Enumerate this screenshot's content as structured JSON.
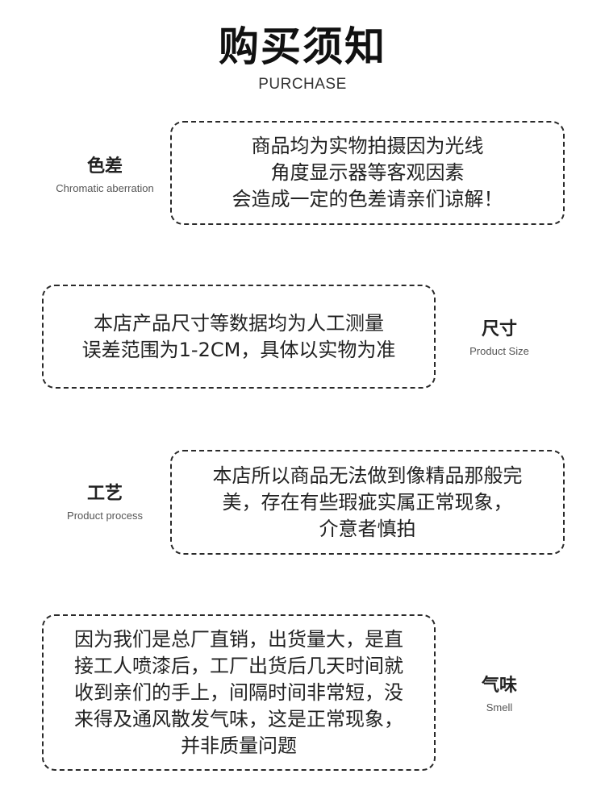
{
  "header": {
    "title": "购买须知",
    "subtitle": "PURCHASE"
  },
  "sections": [
    {
      "label_zh": "色差",
      "label_en": "Chromatic aberration",
      "lines": [
        "商品均为实物拍摄因为光线",
        "角度显示器等客观因素",
        "会造成一定的色差请亲们谅解！"
      ]
    },
    {
      "label_zh": "尺寸",
      "label_en": "Product Size",
      "lines": [
        "本店产品尺寸等数据均为人工测量",
        "误差范围为1-2CM，具体以实物为准"
      ]
    },
    {
      "label_zh": "工艺",
      "label_en": "Product process",
      "lines": [
        "本店所以商品无法做到像精品那般完",
        "美，存在有些瑕疵实属正常现象，",
        "介意者慎拍"
      ]
    },
    {
      "label_zh": "气味",
      "label_en": "Smell",
      "lines": [
        "因为我们是总厂直销，出货量大，是直",
        "接工人喷漆后，工厂出货后几天时间就",
        "收到亲们的手上，间隔时间非常短，没",
        "来得及通风散发气味，这是正常现象，",
        "并非质量问题"
      ]
    }
  ]
}
